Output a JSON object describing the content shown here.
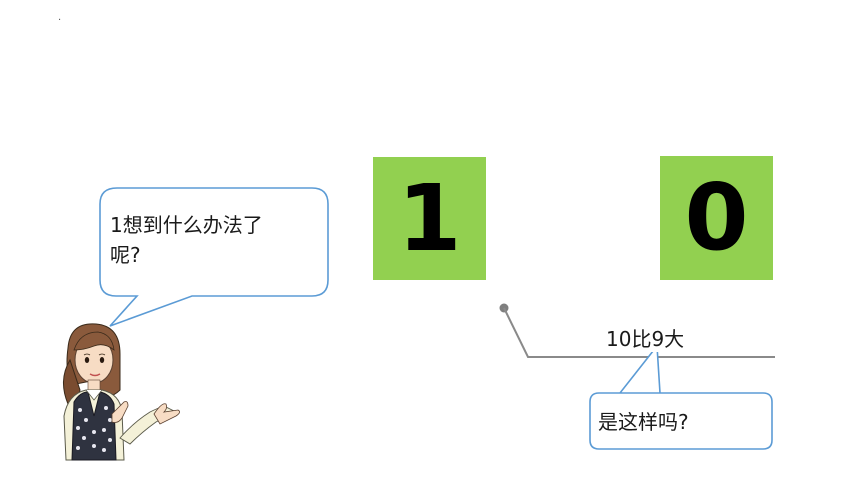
{
  "slide": {
    "dot_mark": "."
  },
  "cards": {
    "left_digit": "1",
    "right_digit": "0"
  },
  "number_line_label": "10比9大",
  "teacher_bubble": {
    "text": "1想到什么办法了\n呢?"
  },
  "question_bubble": {
    "text": "是这样吗?"
  },
  "colors": {
    "card_green": "#92d050",
    "bubble_border": "#5b9bd5",
    "line_gray": "#8a8a8a"
  },
  "icons": {
    "character": "girl-teacher-illustration"
  }
}
